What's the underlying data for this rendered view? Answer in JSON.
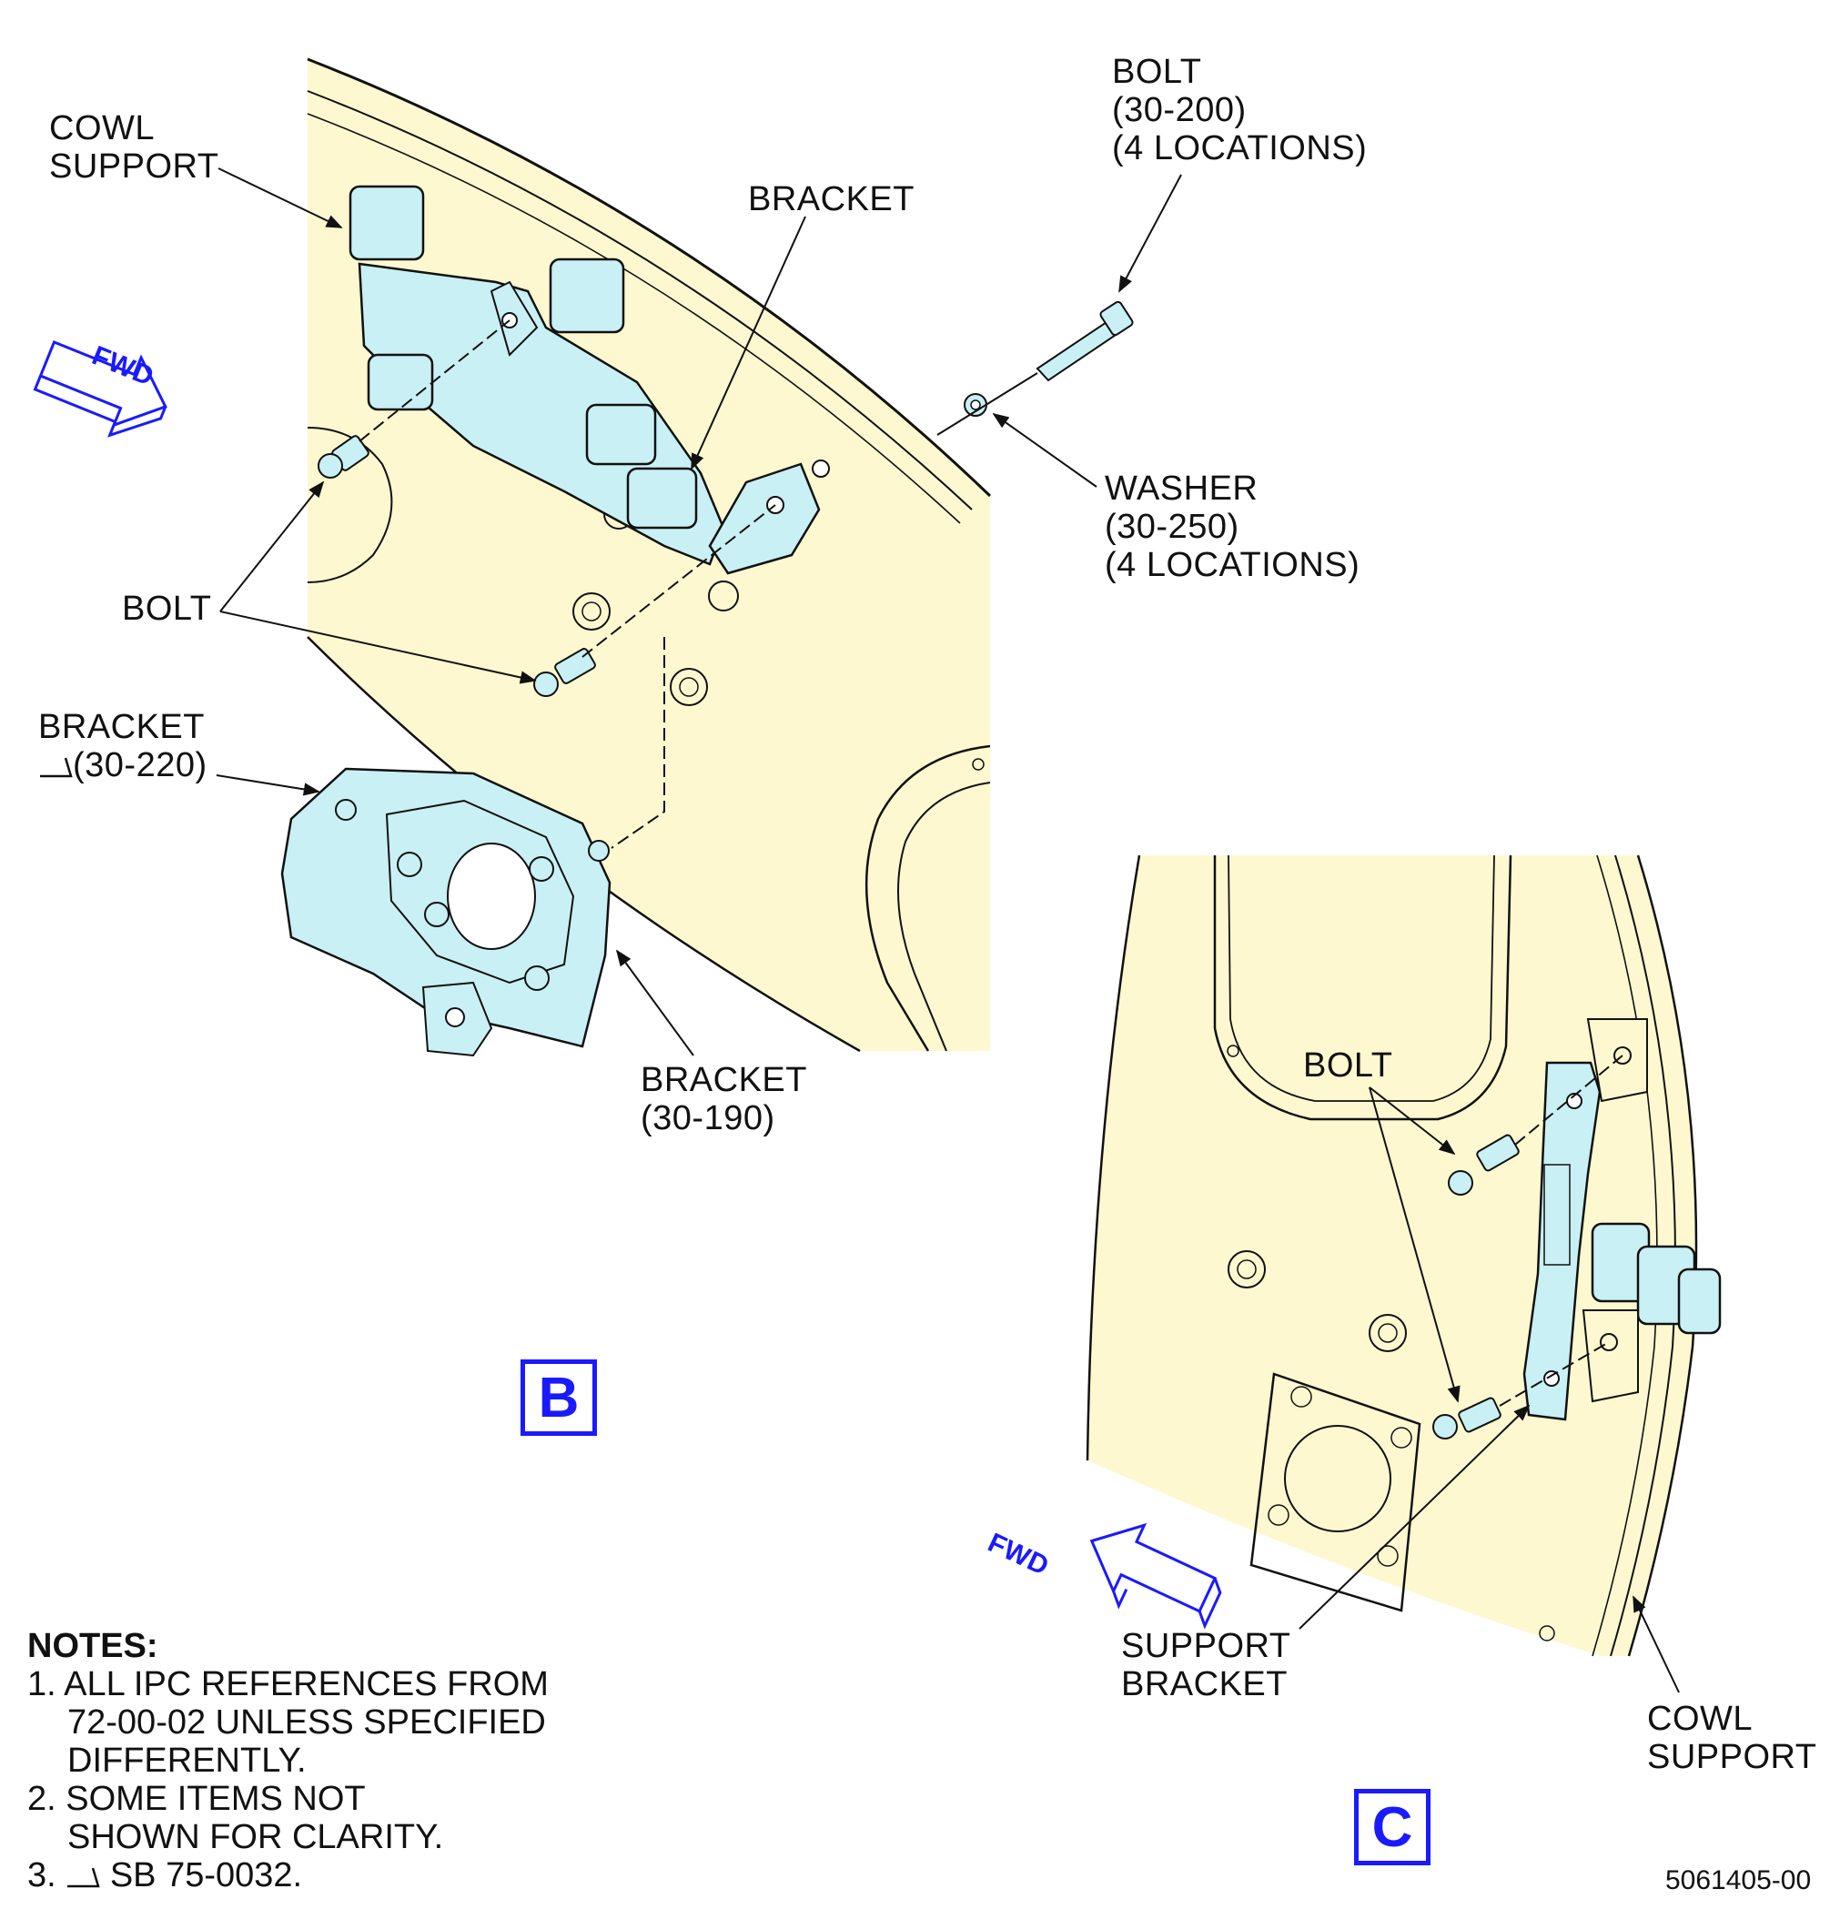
{
  "labels": {
    "cowl_support_b": [
      "COWL",
      "SUPPORT"
    ],
    "bracket_top": "BRACKET",
    "bolt_30_200": [
      "BOLT",
      "(30-200)",
      "(4 LOCATIONS)"
    ],
    "washer_30_250": [
      "WASHER",
      "(30-250)",
      "(4 LOCATIONS)"
    ],
    "bolt_b": "BOLT",
    "bracket_30_220": [
      "BRACKET",
      "(30-220)"
    ],
    "bracket_30_190": [
      "BRACKET",
      "(30-190)"
    ],
    "bolt_c": "BOLT",
    "support_bracket": [
      "SUPPORT",
      "BRACKET"
    ],
    "cowl_support_c": [
      "COWL",
      "SUPPORT"
    ]
  },
  "fwd_arrows": [
    "FWD",
    "FWD"
  ],
  "views": {
    "b": "B",
    "c": "C"
  },
  "notes": {
    "title": "NOTES:",
    "n1": [
      "1. ALL IPC REFERENCES FROM",
      "72-00-02 UNLESS SPECIFIED",
      "DIFFERENTLY."
    ],
    "n2": [
      "2. SOME ITEMS NOT",
      "SHOWN FOR CLARITY."
    ],
    "n3": [
      "3.",
      "SB 75-0032."
    ]
  },
  "doc_number": "5061405-00",
  "colors": {
    "panel": "#fdf8cf",
    "part": "#c9f0f4",
    "accent": "#1a1aff",
    "line": "#111111"
  }
}
